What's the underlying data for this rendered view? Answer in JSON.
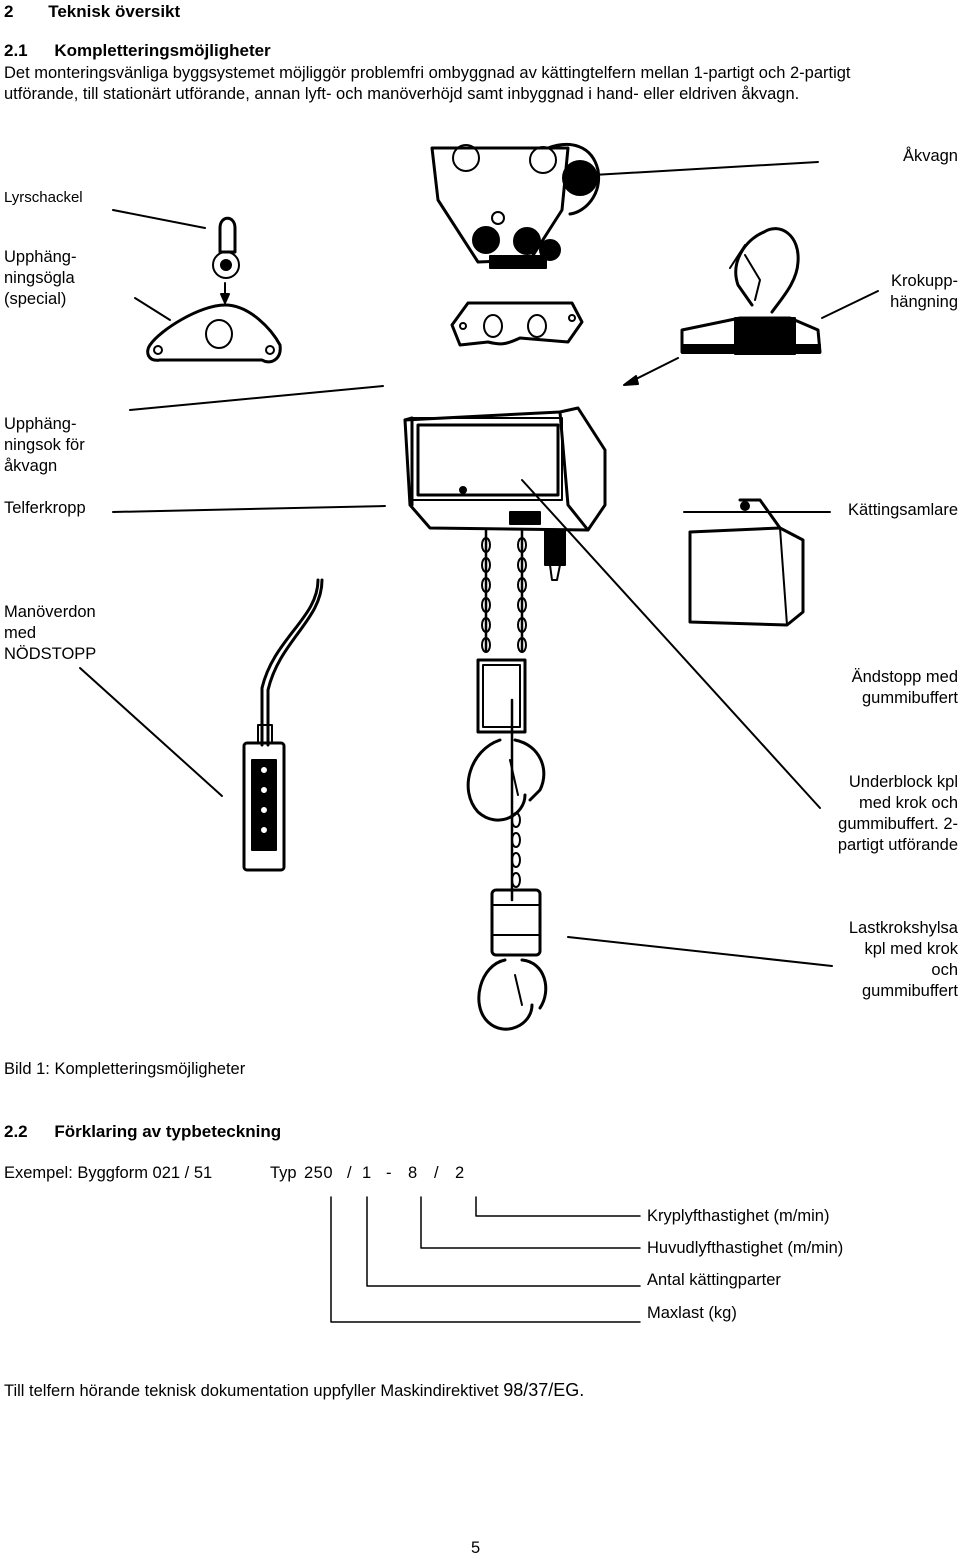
{
  "section2": {
    "number": "2",
    "title": "Teknisk översikt"
  },
  "section21": {
    "number": "2.1",
    "title": "Kompletteringsmöjligheter",
    "body_line1": "Det monteringsvänliga byggsystemet möjliggör problemfri ombyggnad av kättingtelfern mellan 1-partigt och 2-partigt",
    "body_line2": "utförande, till stationärt utförande, annan lyft- och manöverhöjd samt inbyggnad i hand- eller eldriven åkvagn."
  },
  "figure1": {
    "labels": {
      "lyrschackel": [
        "Lyrschackel"
      ],
      "akvagn": [
        "Åkvagn"
      ],
      "upphangningsogla": [
        "Upphäng-",
        "ningsögla",
        "(special)"
      ],
      "krokupphangning": [
        "Krokupp-",
        "hängning"
      ],
      "upphangningsok": [
        "Upphäng-",
        "ningsok för",
        "åkvagn"
      ],
      "telferkropp": [
        "Telferkropp"
      ],
      "kattingsamlare": [
        "Kättingsamlare"
      ],
      "manoverdon": [
        "Manöverdon",
        "med",
        "NÖDSTOPP"
      ],
      "andstopp": [
        "Ändstopp med",
        "gummibuffert"
      ],
      "underblock": [
        "Underblock kpl",
        "med krok och",
        "gummibuffert. 2-",
        "partigt utförande"
      ],
      "lastkrokshylsa": [
        "Lastkrokshylsa",
        "kpl med krok",
        "och",
        "gummibuffert"
      ]
    },
    "caption": "Bild 1: Kompletteringsmöjligheter"
  },
  "section22": {
    "number": "2.2",
    "title": "Förklaring av typbeteckning",
    "example_label": "Exempel: Byggform 021 / 51",
    "type_code": {
      "prefix": "Typ",
      "p1": "250",
      "s1": "/",
      "p2": "1",
      "s2": "-",
      "p3": "8",
      "s3": "/",
      "p4": "2"
    },
    "legend": {
      "kryp": "Kryplyfthastighet (m/min)",
      "huvud": "Huvudlyfthastighet (m/min)",
      "antal": "Antal kättingparter",
      "maxlast": "Maxlast (kg)"
    }
  },
  "footer_text": {
    "main": "Till telfern hörande teknisk dokumentation uppfyller Maskindirektivet ",
    "directive": "98/37/EG."
  },
  "page_number": "5"
}
